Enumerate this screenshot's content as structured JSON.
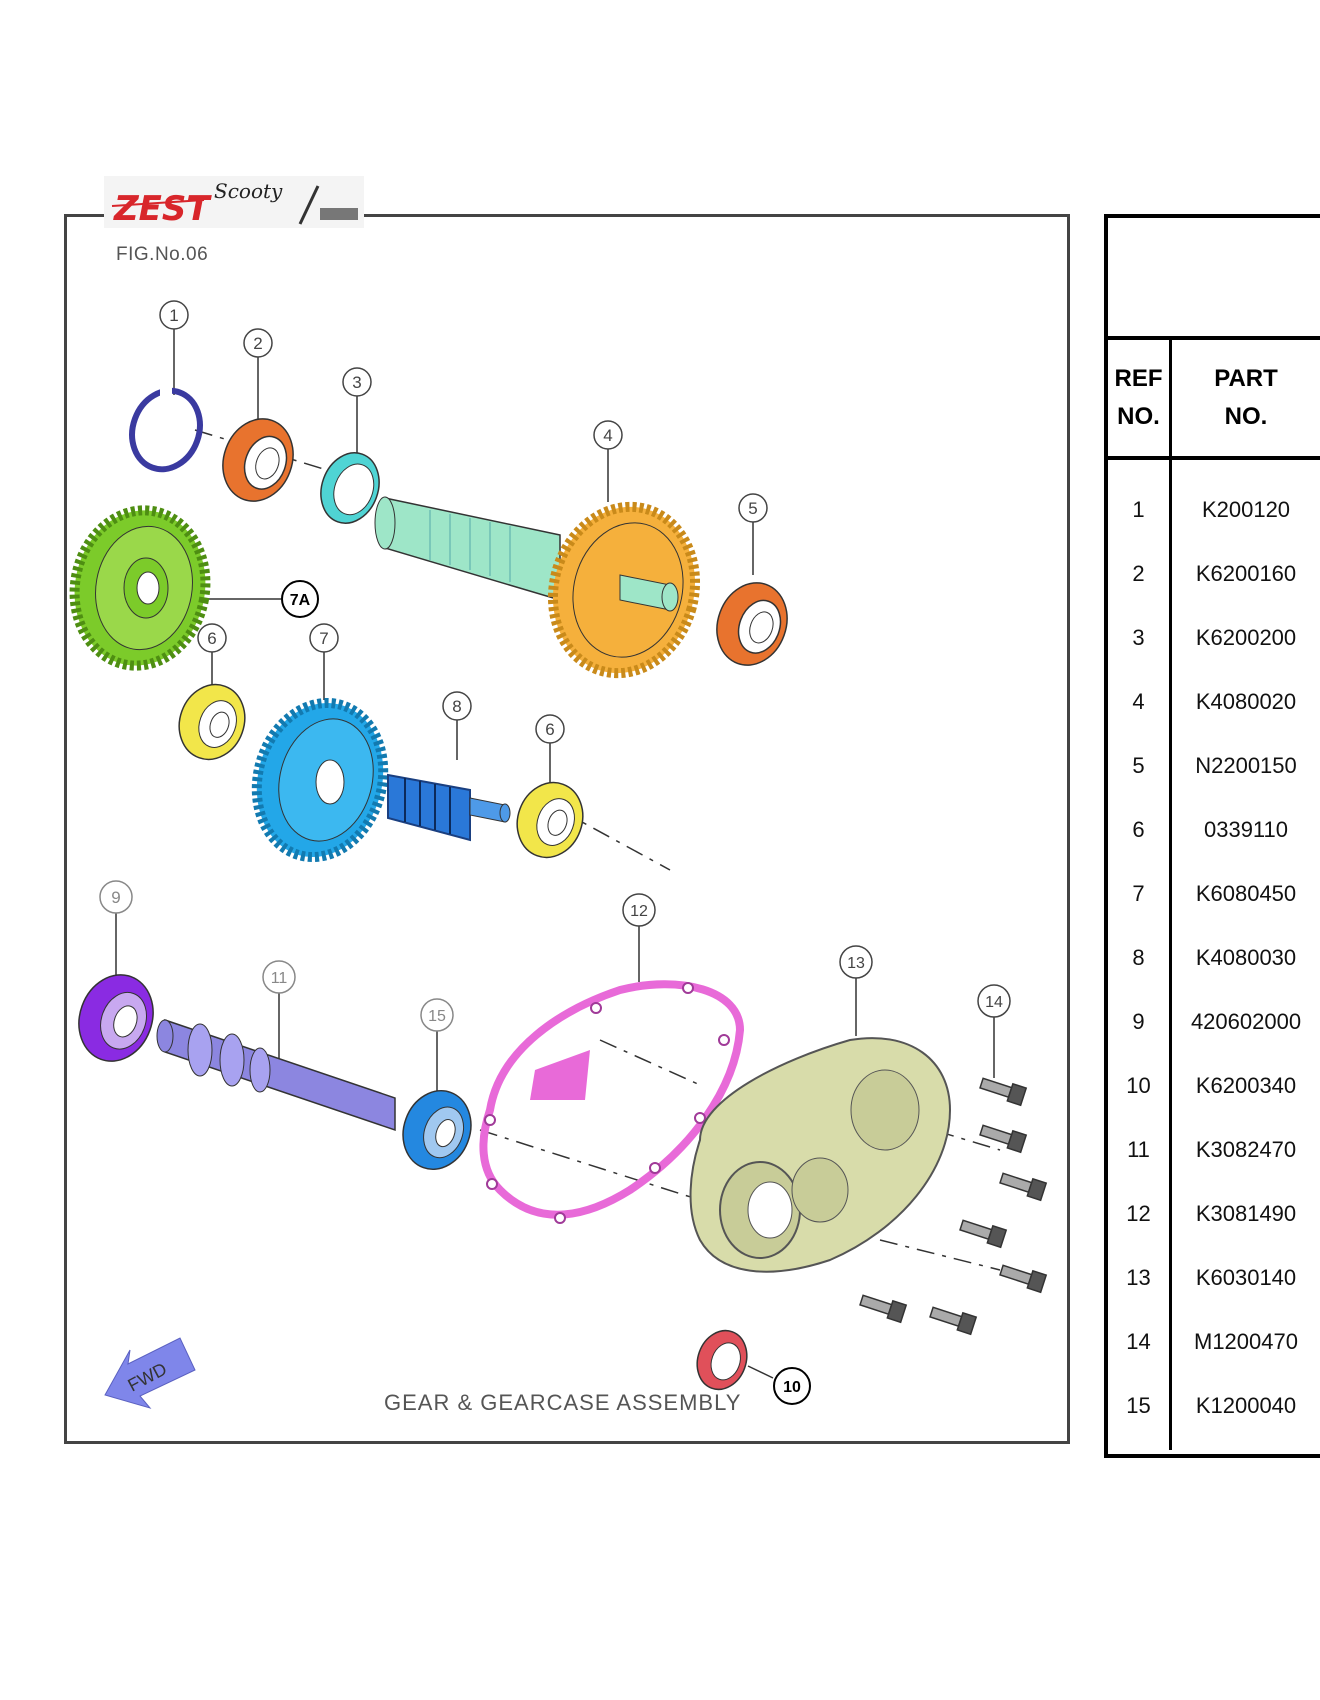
{
  "brand": {
    "logo_text": "Scooty Zest"
  },
  "figure": {
    "fig_no": "FIG.No.06",
    "caption": "GEAR & GEARCASE ASSEMBLY",
    "fwd_label": "FWD",
    "callouts": [
      "1",
      "2",
      "3",
      "4",
      "5",
      "6",
      "7",
      "7A",
      "8",
      "6",
      "9",
      "11",
      "15",
      "12",
      "13",
      "14",
      "10"
    ]
  },
  "table": {
    "header_ref": [
      "REF",
      "NO."
    ],
    "header_part": [
      "PART",
      "NO."
    ],
    "rows": [
      {
        "ref": "1",
        "part": "K200120"
      },
      {
        "ref": "2",
        "part": "K6200160"
      },
      {
        "ref": "3",
        "part": "K6200200"
      },
      {
        "ref": "4",
        "part": "K4080020"
      },
      {
        "ref": "5",
        "part": "N2200150"
      },
      {
        "ref": "6",
        "part": "0339110"
      },
      {
        "ref": "7",
        "part": "K6080450"
      },
      {
        "ref": "8",
        "part": "K4080030"
      },
      {
        "ref": "9",
        "part": "420602000"
      },
      {
        "ref": "10",
        "part": "K6200340"
      },
      {
        "ref": "11",
        "part": "K3082470"
      },
      {
        "ref": "12",
        "part": "K3081490"
      },
      {
        "ref": "13",
        "part": "K6030140"
      },
      {
        "ref": "14",
        "part": "M1200470"
      },
      {
        "ref": "15",
        "part": "K1200040"
      }
    ]
  },
  "colors": {
    "circlip": "#3a3aa0",
    "bearing_orange": "#e8732e",
    "oil_seal_cyan": "#4fd4d4",
    "shaft_green": "#9ee6c8",
    "gear_orange": "#f5b03c",
    "gear_green": "#7ccb2a",
    "bearing_yellow": "#f2e64a",
    "gear_blue": "#23a7e8",
    "pinion_blue": "#2a78d8",
    "bearing_purple": "#8a2be2",
    "shaft_purple": "#8c86e0",
    "bearing_blue": "#2488e0",
    "gasket_pink": "#e86ad8",
    "case_olive": "#d8dcaa",
    "seal_red": "#e0505a",
    "fwd_arrow": "#7f86ea"
  }
}
